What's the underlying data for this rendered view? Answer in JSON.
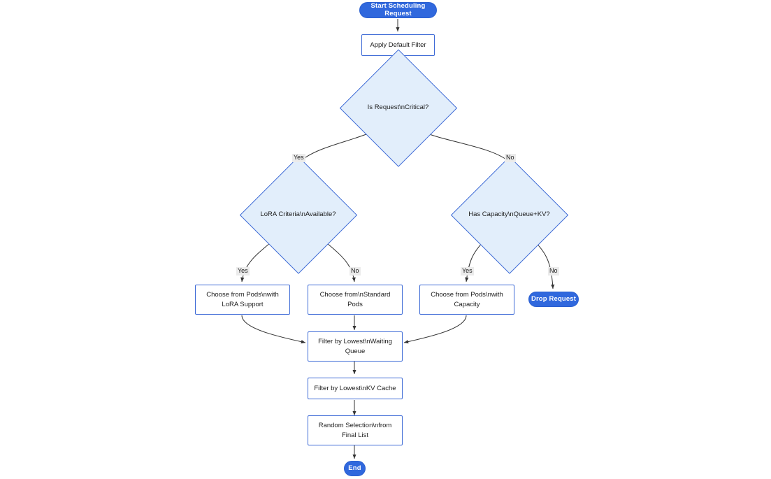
{
  "diagram": {
    "title": "Start Scheduling Request",
    "type": "flowchart",
    "colors": {
      "terminal_fill": "#3068dd",
      "terminal_text": "#ffffff",
      "process_fill": "#ffffff",
      "process_border": "#3d6ad6",
      "decision_fill": "#e2eefb",
      "decision_border": "#3d6ad6",
      "edge_stroke": "#333333",
      "edge_label_bg": "#ebebeb",
      "node_text": "#1c1c1c"
    }
  },
  "nodes": {
    "start": {
      "label": "Start Scheduling Request",
      "shape": "terminal"
    },
    "apply_default_filter": {
      "label": "Apply Default Filter",
      "shape": "process"
    },
    "is_request_critical": {
      "label": "Is Request\\nCritical?",
      "shape": "decision"
    },
    "lora_criteria_available": {
      "label": "LoRA Criteria\\nAvailable?",
      "shape": "decision"
    },
    "has_capacity": {
      "label": "Has Capacity\\nQueue+KV?",
      "shape": "decision"
    },
    "choose_lora_pods_line1": {
      "label": "Choose from Pods\\nwith",
      "shape": "process"
    },
    "choose_lora_pods_line2": {
      "label": "LoRA Support",
      "shape": "process"
    },
    "choose_standard_pods_line1": {
      "label": "Choose from\\nStandard",
      "shape": "process"
    },
    "choose_standard_pods_line2": {
      "label": "Pods",
      "shape": "process"
    },
    "choose_capacity_pods_line1": {
      "label": "Choose from Pods\\nwith",
      "shape": "process"
    },
    "choose_capacity_pods_line2": {
      "label": "Capacity",
      "shape": "process"
    },
    "drop_request": {
      "label": "Drop Request",
      "shape": "terminal"
    },
    "filter_waiting_queue_line1": {
      "label": "Filter by Lowest\\nWaiting",
      "shape": "process"
    },
    "filter_waiting_queue_line2": {
      "label": "Queue",
      "shape": "process"
    },
    "filter_kv_cache": {
      "label": "Filter by Lowest\\nKV Cache",
      "shape": "process"
    },
    "random_selection_line1": {
      "label": "Random Selection\\nfrom",
      "shape": "process"
    },
    "random_selection_line2": {
      "label": "Final List",
      "shape": "process"
    },
    "end": {
      "label": "End",
      "shape": "terminal"
    }
  },
  "edge_labels": {
    "critical_yes": "Yes",
    "critical_no": "No",
    "lora_yes": "Yes",
    "lora_no": "No",
    "capacity_yes": "Yes",
    "capacity_no": "No"
  }
}
